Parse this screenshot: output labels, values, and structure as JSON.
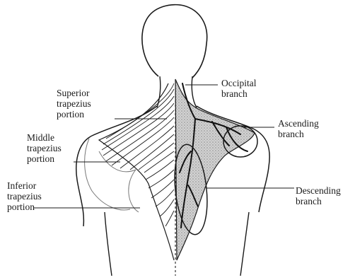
{
  "colors": {
    "ink": "#1a1a1a",
    "shade": "#b9b9b9",
    "paper": "#ffffff"
  },
  "labels": {
    "occipital": [
      "Occipital",
      "branch"
    ],
    "ascending": [
      "Ascending",
      "branch"
    ],
    "descending": [
      "Descending",
      "branch"
    ],
    "superior": [
      "Superior",
      "trapezius",
      "portion"
    ],
    "middle": [
      "Middle",
      "trapezius",
      "portion"
    ],
    "inferior": [
      "Inferior",
      "trapezius",
      "portion"
    ]
  }
}
